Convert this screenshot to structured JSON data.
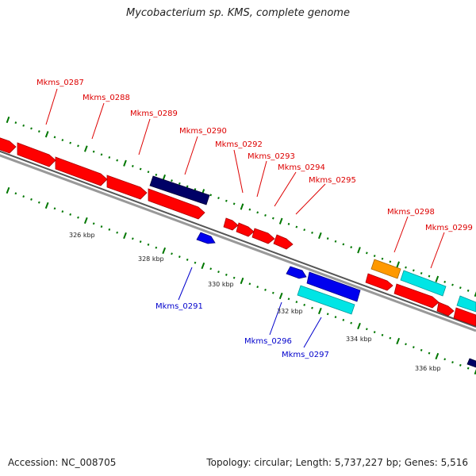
{
  "title": "Mycobacterium sp. KMS, complete genome",
  "footer": {
    "accession": "Accession: NC_008705",
    "summary": "Topology: circular; Length: 5,737,227 bp; Genes: 5,516"
  },
  "colors": {
    "forward": "#ff0000",
    "reverse": "#0000ee",
    "dark": "#000066",
    "cyan": "#00e5e5",
    "orange": "#ff9900",
    "backbone": "#888888",
    "tick": "#007700"
  },
  "tick_labels": [
    "326 kbp",
    "328 kbp",
    "330 kbp",
    "332 kbp",
    "334 kbp",
    "336 kbp"
  ],
  "forward_labels": [
    "Mkms_0287",
    "Mkms_0288",
    "Mkms_0289",
    "Mkms_0290",
    "Mkms_0292",
    "Mkms_0293",
    "Mkms_0294",
    "Mkms_0295",
    "Mkms_0298",
    "Mkms_0299"
  ],
  "reverse_labels": [
    "Mkms_0291",
    "Mkms_0296",
    "Mkms_0297"
  ]
}
